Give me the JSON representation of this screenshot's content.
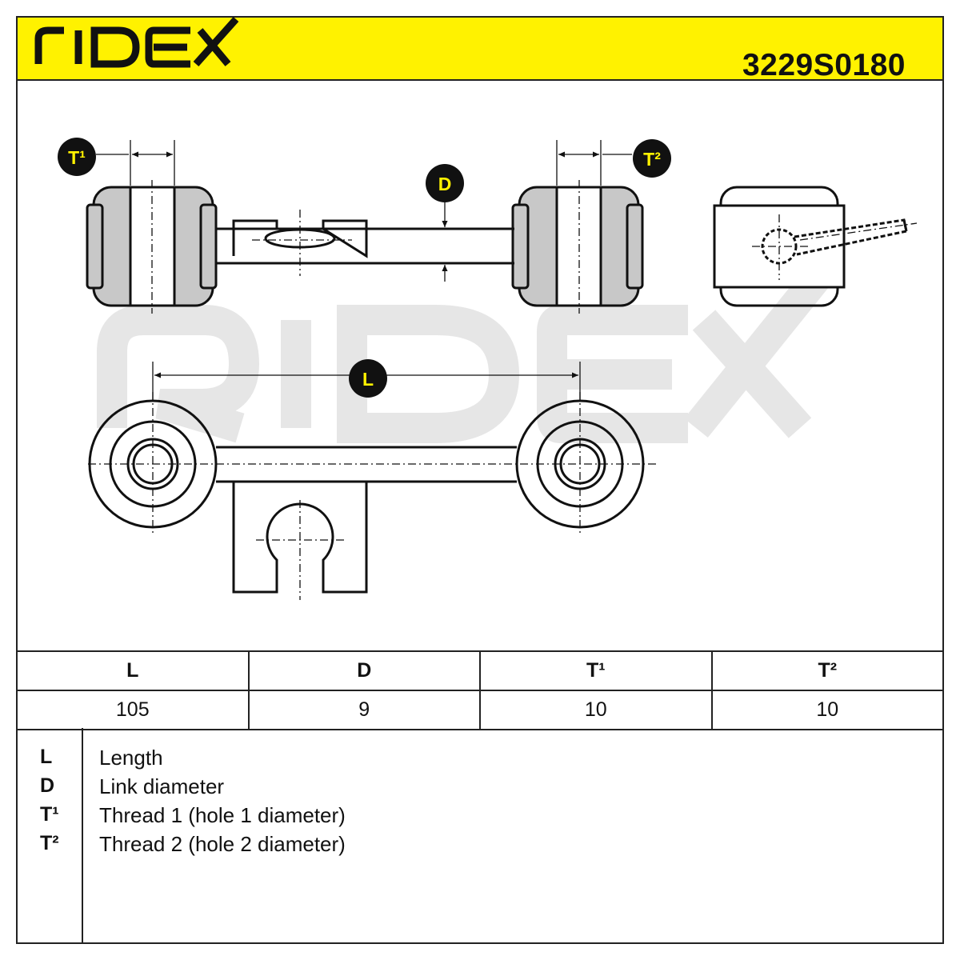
{
  "header": {
    "brand": "RIDEX",
    "part_number": "3229S0180",
    "brand_color": "#FFF200"
  },
  "diagram": {
    "watermark": "RIDEX",
    "labels": {
      "t1": "T¹",
      "t2": "T²",
      "d": "D",
      "l": "L"
    }
  },
  "spec_table": {
    "headers": [
      "L",
      "D",
      "T¹",
      "T²"
    ],
    "values": [
      "105",
      "9",
      "10",
      "10"
    ]
  },
  "legend": [
    {
      "key": "L",
      "desc": "Length"
    },
    {
      "key": "D",
      "desc": "Link diameter"
    },
    {
      "key": "T¹",
      "desc": "Thread 1 (hole 1 diameter)"
    },
    {
      "key": "T²",
      "desc": "Thread 2 (hole 2 diameter)"
    }
  ]
}
